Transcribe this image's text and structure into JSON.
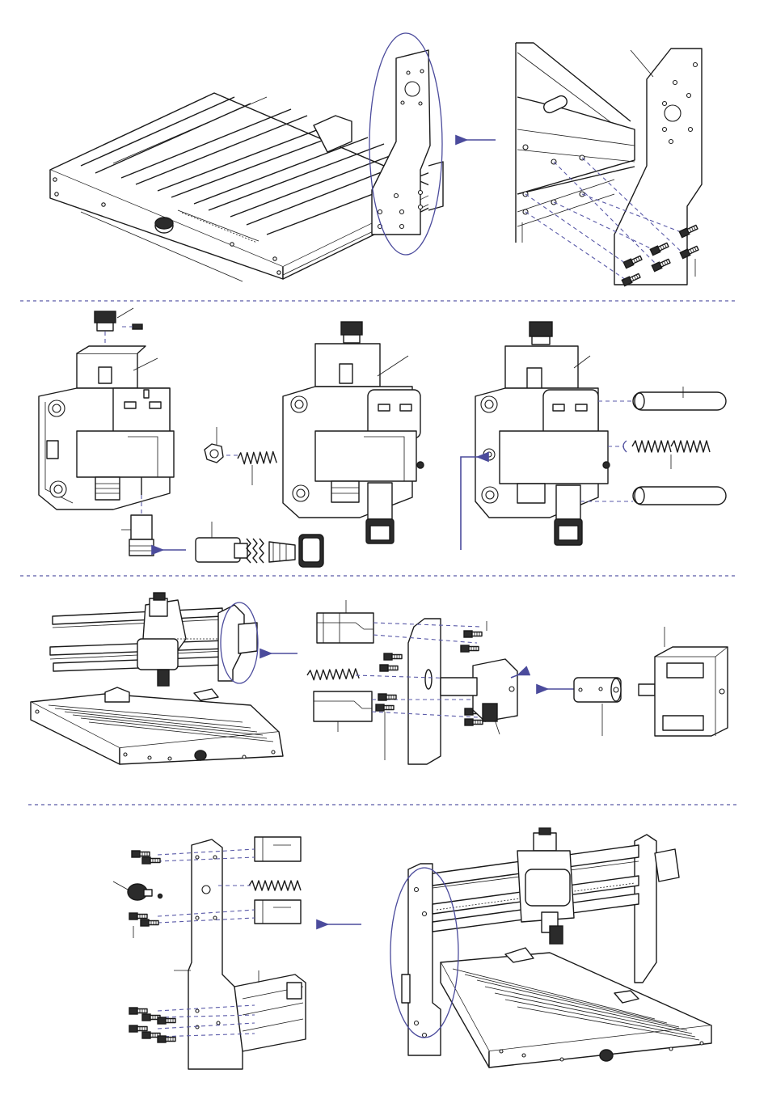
{
  "colors": {
    "ink": "#1a1a1a",
    "accent": "#4b4b9c",
    "background": "#ffffff"
  },
  "steps": [
    {
      "panels": [
        "base-frame-assembled",
        "side-plate-bolting-detail"
      ]
    },
    {
      "panels": [
        "spindle-collet-assembly",
        "spindle-carriage",
        "carriage-rods-and-leadscrew"
      ]
    },
    {
      "panels": [
        "gantry-on-base",
        "rails-to-plate-detail",
        "motor-and-coupler"
      ]
    },
    {
      "panels": [
        "left-plate-assembly",
        "finished-machine"
      ]
    }
  ]
}
